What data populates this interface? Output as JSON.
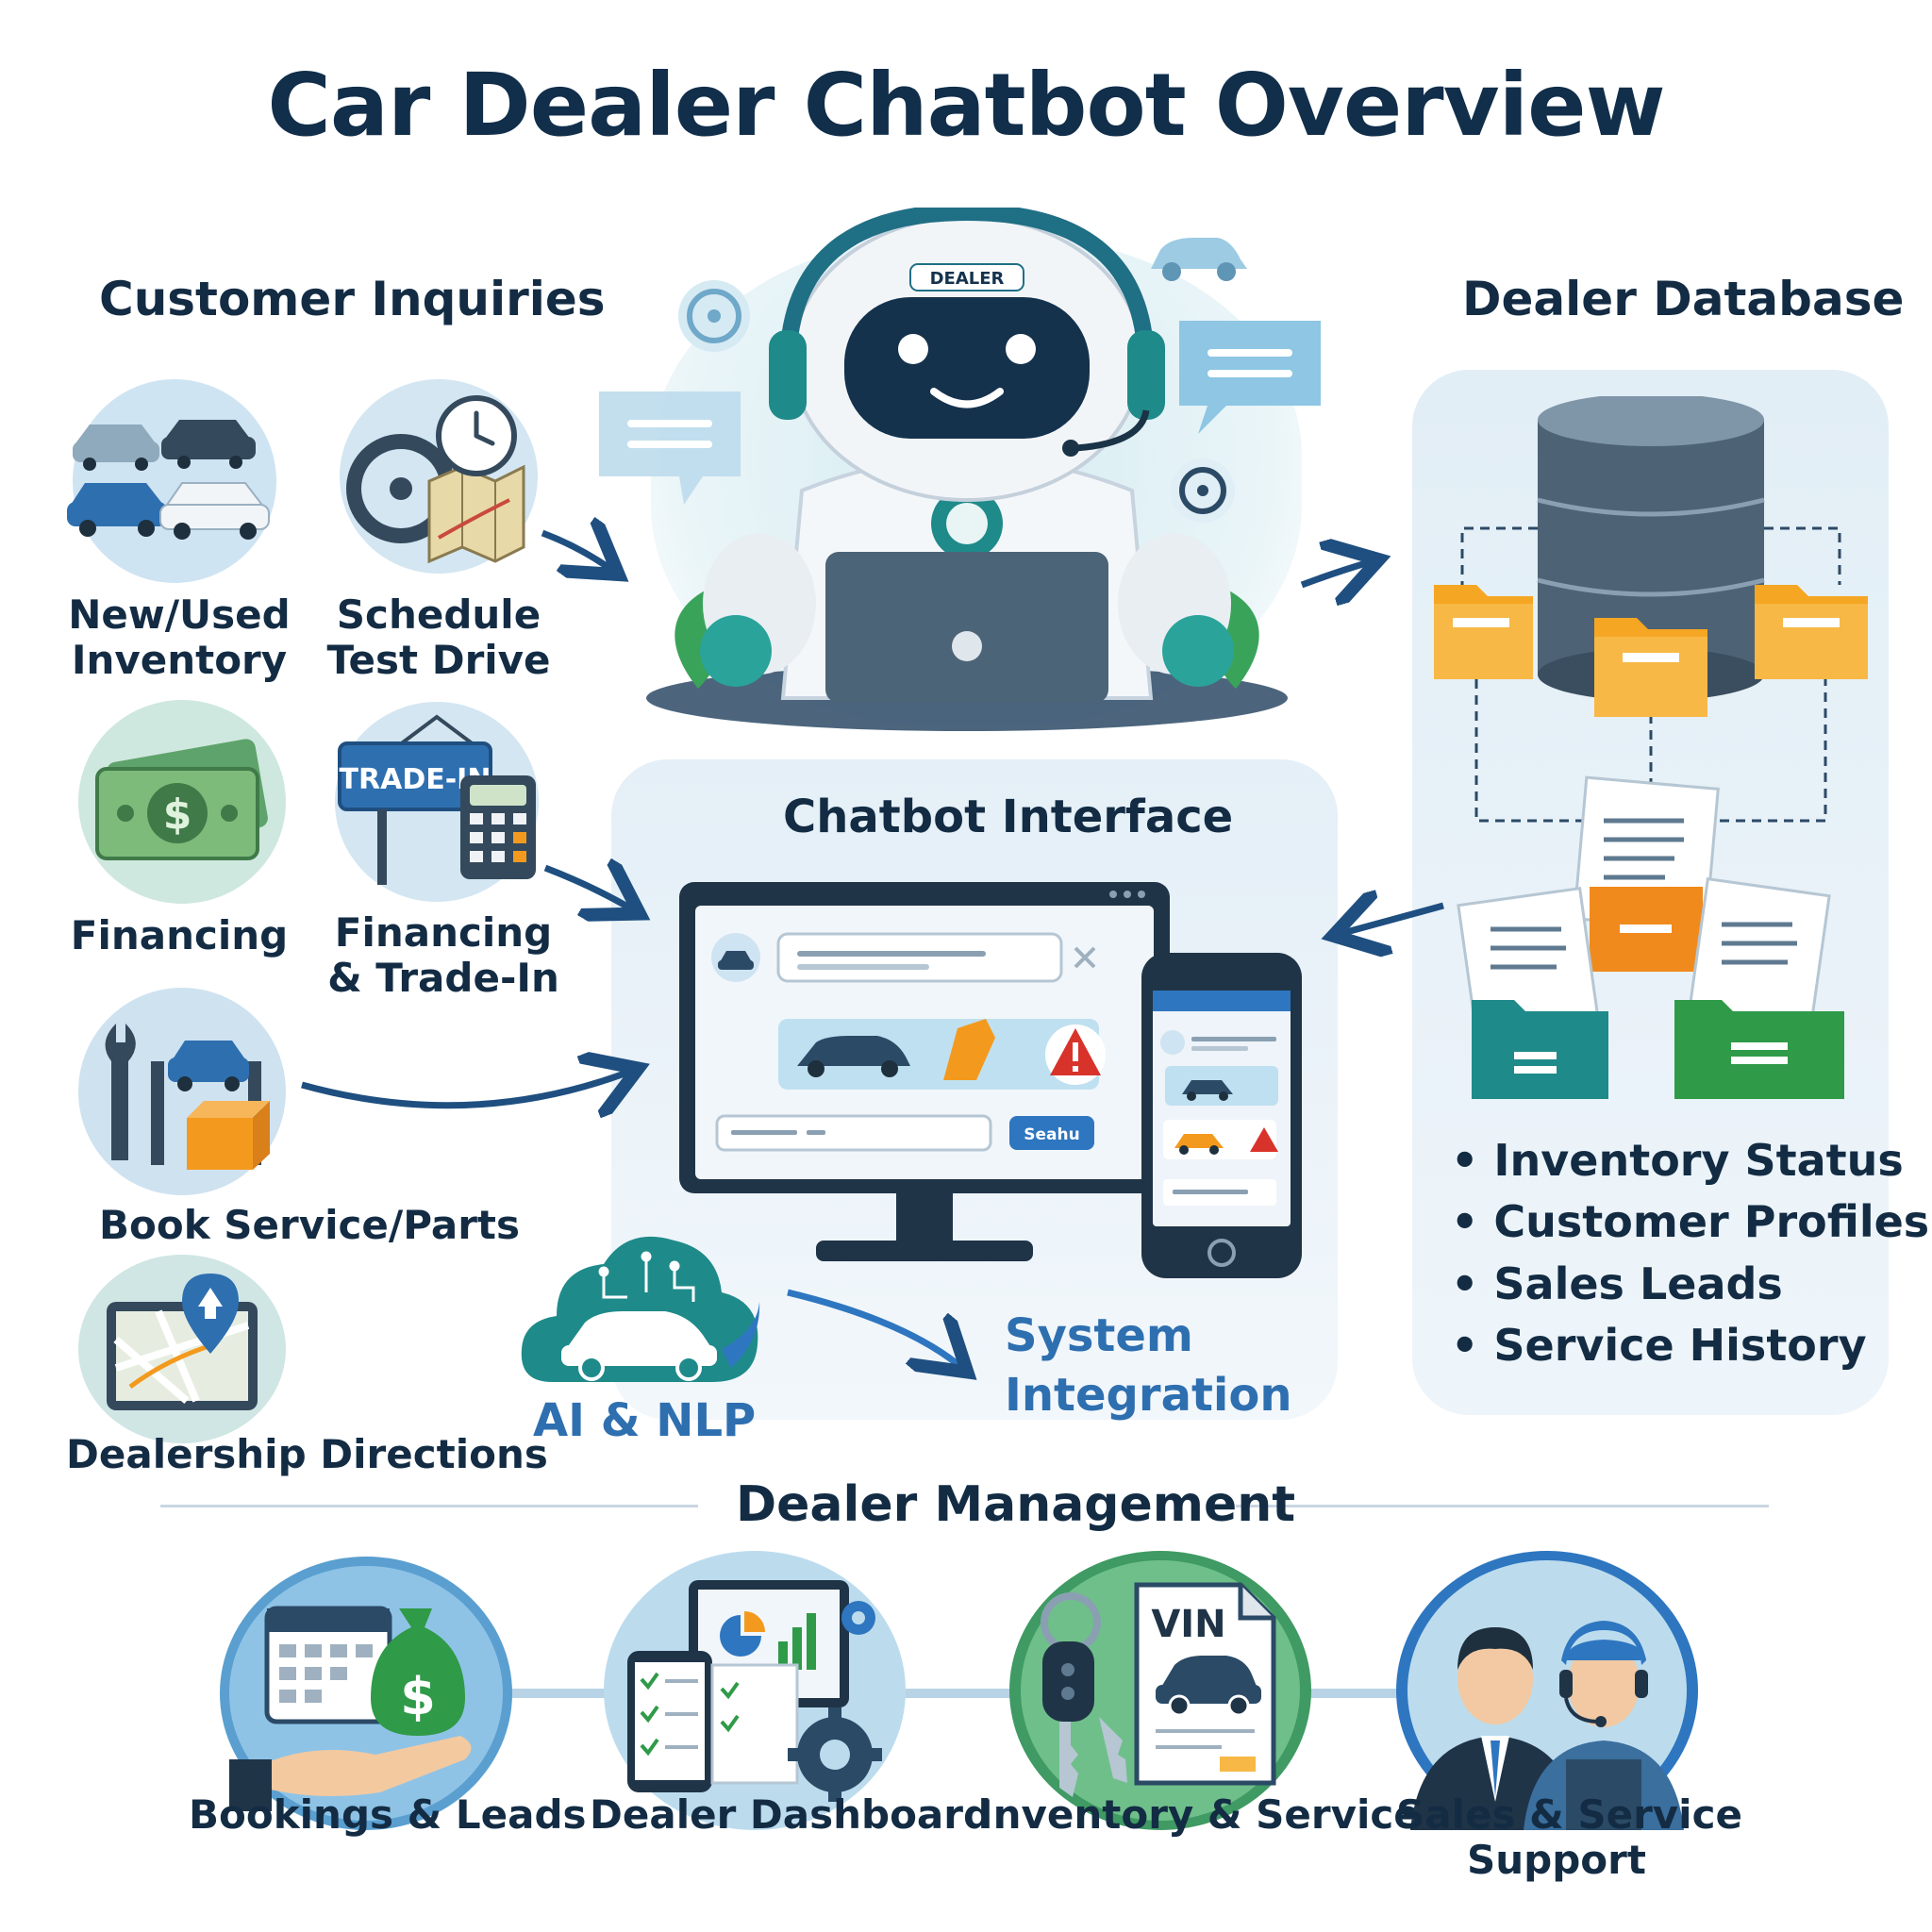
{
  "title": "Car Dealer Chatbot Overview",
  "robot": {
    "badge": "DEALER"
  },
  "customer_inquiries": {
    "heading": "Customer Inquiries",
    "items": [
      {
        "label": "New/Used\nInventory",
        "icon": "cars-icon"
      },
      {
        "label": "Schedule\nTest Drive",
        "icon": "steering-clock-map-icon"
      },
      {
        "label": "Financing",
        "icon": "cash-icon"
      },
      {
        "label": "Financing\n& Trade-In",
        "icon": "trade-in-calculator-icon"
      },
      {
        "label": "Book Service/Parts",
        "icon": "wrench-lift-icon"
      },
      {
        "label": "Dealership Directions",
        "icon": "map-pin-icon"
      }
    ],
    "trade_in_sign": "TRADE-IN"
  },
  "chatbot_interface": {
    "heading": "Chatbot Interface",
    "search_button": "Seahu"
  },
  "ai_nlp": {
    "label": "AI & NLP"
  },
  "system_integration": {
    "label": "System\nIntegration"
  },
  "dealer_database": {
    "heading": "Dealer Database",
    "bullets": [
      "Inventory Status",
      "Customer Profiles",
      "Sales Leads",
      "Service History"
    ]
  },
  "dealer_management": {
    "heading": "Dealer Management",
    "items": [
      {
        "label": "Bookings & Leads",
        "icon": "calendar-moneybag-icon"
      },
      {
        "label": "Dealer Dashboard",
        "icon": "dashboard-gear-icon"
      },
      {
        "label": "Inventory & Service",
        "icon": "keys-vin-icon"
      },
      {
        "label": "Sales & Service\nSupport",
        "icon": "support-staff-icon"
      }
    ],
    "vin_text": "VIN"
  },
  "colors": {
    "navy": "#112e4a",
    "teal": "#1f8a8a",
    "blue": "#2e76c0",
    "orange": "#f39a1e",
    "green": "#3aa35a",
    "panel": "#e6f0f7"
  }
}
